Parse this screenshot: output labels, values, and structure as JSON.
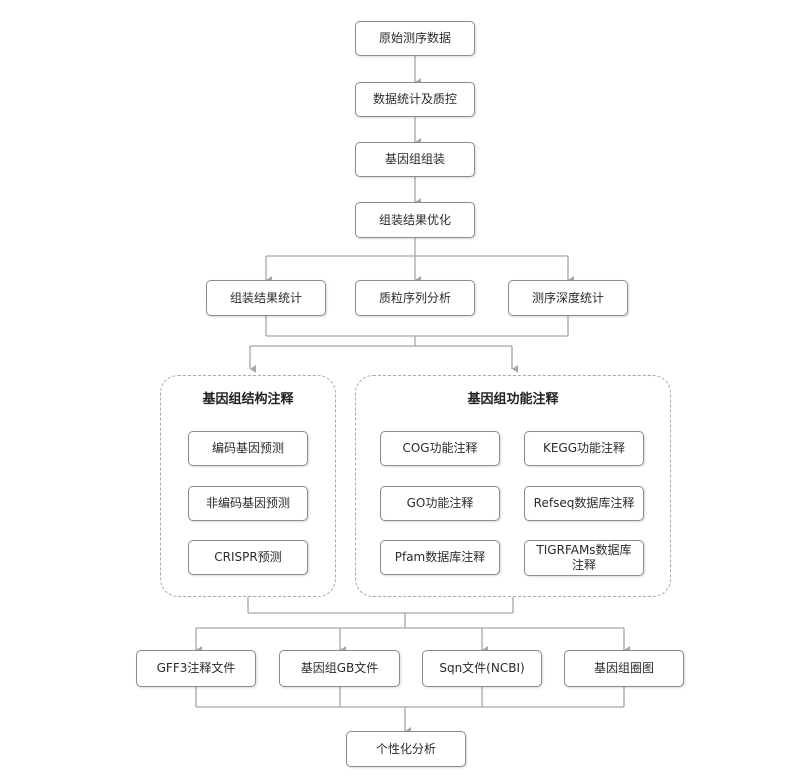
{
  "flow": {
    "raw_data": "原始测序数据",
    "qc": "数据统计及质控",
    "assembly": "基因组组装",
    "optimize": "组装结果优化",
    "asm_stats": "组装结果统计",
    "plasmid": "质粒序列分析",
    "depth": "测序深度统计",
    "gff3": "GFF3注释文件",
    "gb": "基因组GB文件",
    "sqn": "Sqn文件(NCBI)",
    "circos": "基因组圈图",
    "custom": "个性化分析"
  },
  "structural": {
    "title": "基因组结构注释",
    "coding": "编码基因预测",
    "noncoding": "非编码基因预测",
    "crispr": "CRISPR预测"
  },
  "functional": {
    "title": "基因组功能注释",
    "cog": "COG功能注释",
    "kegg": "KEGG功能注释",
    "go": "GO功能注释",
    "refseq": "Refseq数据库注释",
    "pfam": "Pfam数据库注释",
    "tigrfams": "TIGRFAMs数据库注释"
  },
  "colors": {
    "line": "#a6a6a6",
    "border": "#8c8c8c",
    "text": "#2b2b2b"
  }
}
